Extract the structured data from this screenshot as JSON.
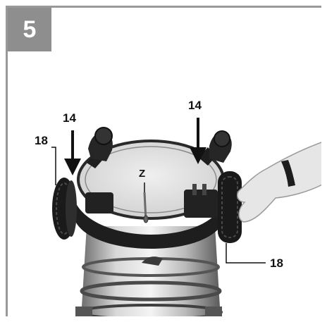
{
  "step": {
    "number": "5"
  },
  "labels": {
    "arrow_left": "14",
    "arrow_right": "14",
    "wheel_left": "18",
    "wheel_right": "18",
    "center": "Z"
  },
  "colors": {
    "frame": "#999999",
    "badge": "#8e8e8e",
    "text": "#111111"
  },
  "icons": [
    "down-arrow-icon",
    "down-arrow-icon"
  ]
}
